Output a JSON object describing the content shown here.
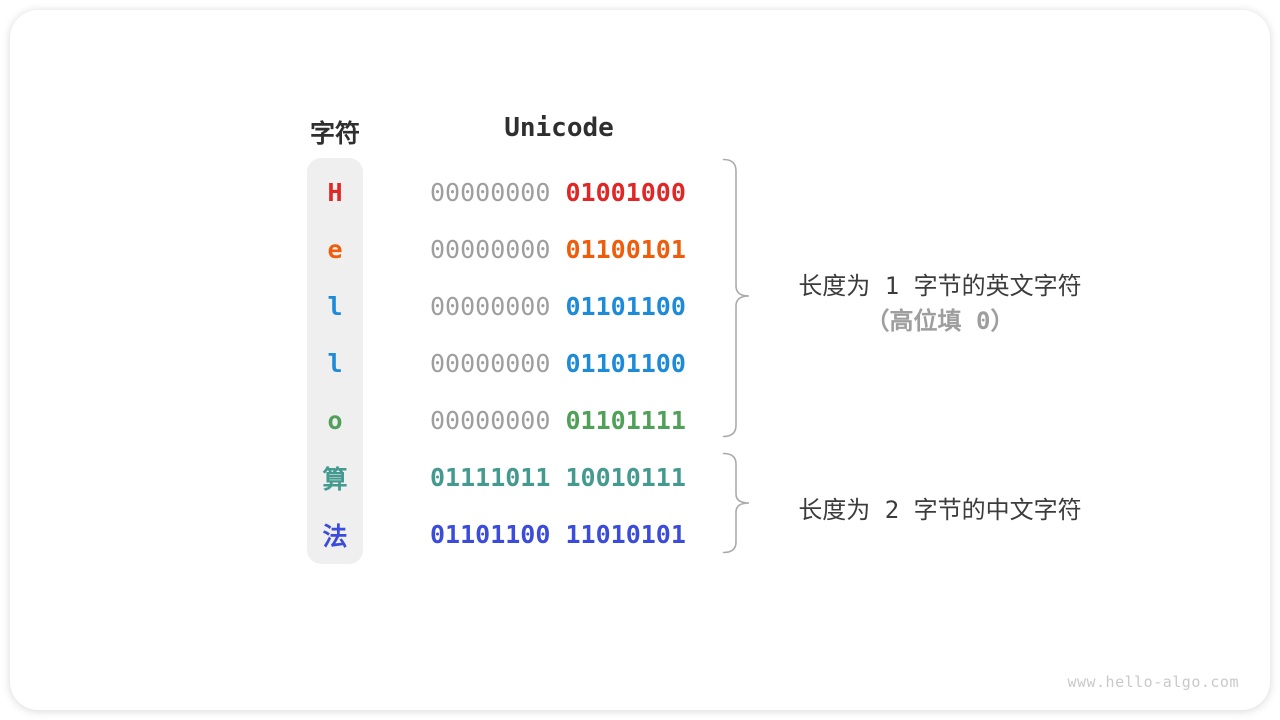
{
  "card": {
    "watermark": "www.hello-algo.com"
  },
  "table": {
    "char_header": "字符",
    "unicode_header": "Unicode",
    "rows": [
      {
        "char": "H",
        "byte_high": "00000000",
        "byte_low": "01001000",
        "color": "#e12626",
        "high_muted": true
      },
      {
        "char": "e",
        "byte_high": "00000000",
        "byte_low": "01100101",
        "color": "#ee5d0c",
        "high_muted": true
      },
      {
        "char": "l",
        "byte_high": "00000000",
        "byte_low": "01101100",
        "color": "#1d8bd8",
        "high_muted": true
      },
      {
        "char": "l",
        "byte_high": "00000000",
        "byte_low": "01101100",
        "color": "#1d8bd8",
        "high_muted": true
      },
      {
        "char": "o",
        "byte_high": "00000000",
        "byte_low": "01101111",
        "color": "#51a05a",
        "high_muted": true
      },
      {
        "char": "算",
        "byte_high": "01111011",
        "byte_low": "10010111",
        "color": "#459a90",
        "high_muted": false
      },
      {
        "char": "法",
        "byte_high": "01101100",
        "byte_low": "11010101",
        "color": "#3b4cdb",
        "high_muted": false
      }
    ]
  },
  "annotations": {
    "english": {
      "line1": "长度为 1 字节的英文字符",
      "line2": "（高位填 0）"
    },
    "chinese": {
      "line1": "长度为 2 字节的中文字符"
    }
  },
  "colors": {
    "muted_binary": "#9e9e9e",
    "header_text": "#2f2f2f",
    "annotation_text": "#3c3c3c",
    "annotation_muted": "#9e9e9e",
    "brace": "#ababab",
    "char_column_bg": "#efefef",
    "watermark": "#c9c9c9"
  }
}
